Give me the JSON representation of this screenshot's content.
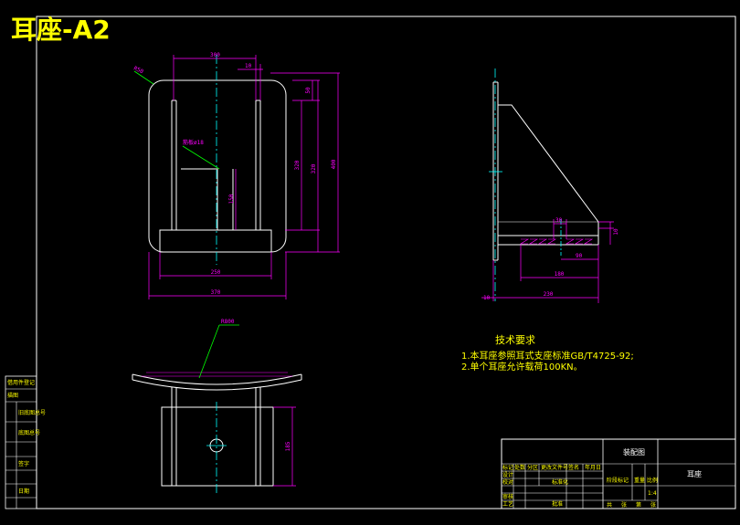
{
  "drawing": {
    "title": "耳座-A2",
    "colors": {
      "background": "#000000",
      "border": "#ffffff",
      "dimension": "#ff00ff",
      "centerline": "#00ffff",
      "leader": "#00ff00",
      "text": "#ffff00"
    }
  },
  "front_view": {
    "dims": {
      "top_width": "300",
      "top_gap": "10",
      "corner_radius": "R50",
      "right_top": "50",
      "right_mid": "320",
      "right_inner": "320",
      "right_total": "400",
      "inner_label": "筋板ø18",
      "inner_height": "150",
      "base_width": "250",
      "total_width": "370"
    }
  },
  "side_view": {
    "dims": {
      "small_height": "10",
      "slot": "30",
      "slot_offset": "90",
      "base_depth": "180",
      "left_gap": "10",
      "total_depth": "230"
    }
  },
  "bottom_view": {
    "dims": {
      "radius": "R800",
      "height": "185"
    }
  },
  "notes": {
    "heading": "技术要求",
    "lines": [
      "1.本耳座参照耳式支座标准GB/T4725-92;",
      "2.单个耳座允许载荷100KN。"
    ]
  },
  "left_strip": {
    "cells": [
      "借用件登记",
      "描图",
      "旧底图总号",
      "底图总号",
      "签字",
      "日期"
    ]
  },
  "title_block": {
    "drawing_name": "装配图",
    "part_name": "耳座",
    "scale": "1:4",
    "headers": [
      "标记",
      "处数",
      "分区",
      "更改文件号",
      "签名",
      "年月日"
    ],
    "rows": [
      "设计",
      "校对",
      "审核",
      "工艺"
    ],
    "mid_labels": [
      "标准化",
      "批准"
    ],
    "stage_labels": [
      "阶段标记",
      "重量",
      "比例"
    ],
    "sheet_labels": [
      "共",
      "张",
      "第",
      "张"
    ]
  }
}
